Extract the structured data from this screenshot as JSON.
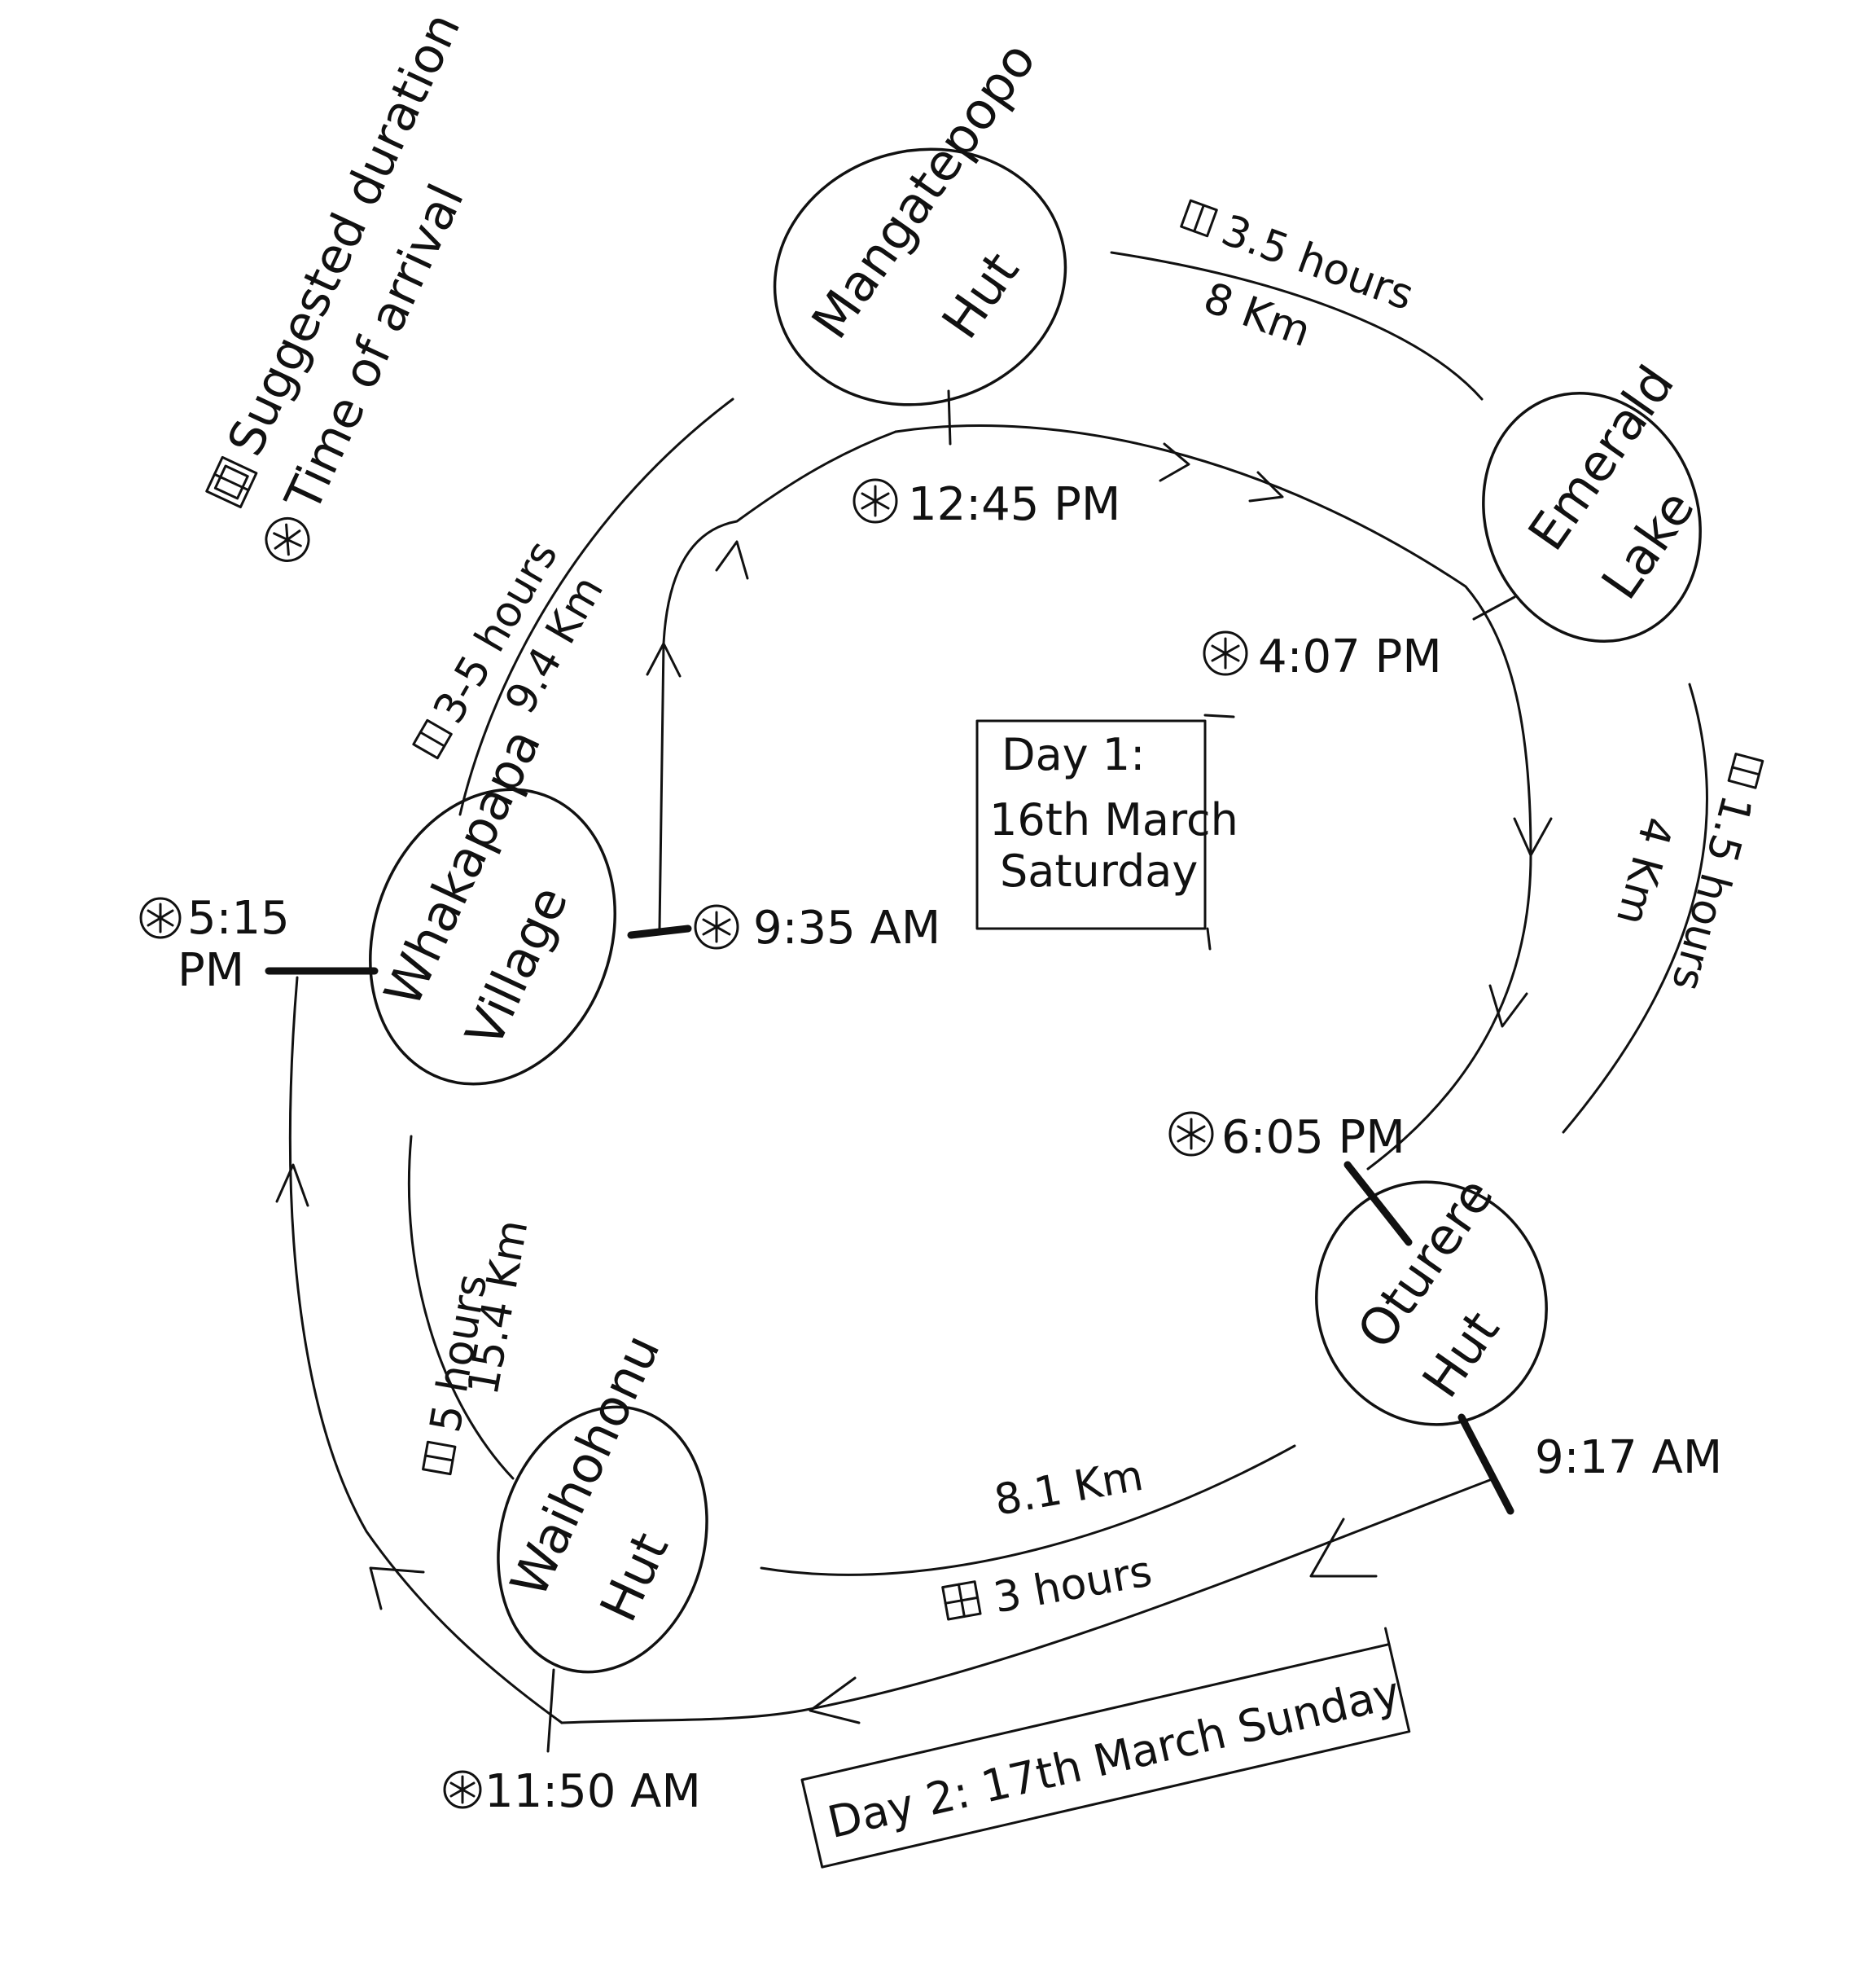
{
  "legend": {
    "duration_label": "Suggested duration",
    "arrival_label": "Time of arrival",
    "duration_icon": "clock-square-icon",
    "arrival_icon": "asterisk-circle-icon"
  },
  "nodes": {
    "mangatepopo": {
      "line1": "Mangatepopo",
      "line2": "Hut"
    },
    "emerald": {
      "line1": "Emerald",
      "line2": "Lake"
    },
    "oturere": {
      "line1": "Oturere",
      "line2": "Hut"
    },
    "waihohonu": {
      "line1": "Waihohonu",
      "line2": "Hut"
    },
    "whakapapa": {
      "line1": "Whakapapa",
      "line2": "Village"
    }
  },
  "segments": {
    "whakapapa_mangatepopo": {
      "duration": "3-5 hours",
      "distance": "9.4 Km"
    },
    "mangatepopo_emerald": {
      "duration": "3.5 hours",
      "distance": "8 Km"
    },
    "emerald_oturere": {
      "duration": "1.5 hours",
      "distance": "4 Km"
    },
    "oturere_waihohonu": {
      "duration": "3 hours",
      "distance": "8.1 Km"
    },
    "waihohonu_whakapapa": {
      "duration": "5 hours",
      "distance": "15.4 Km"
    }
  },
  "times": {
    "start_whakapapa": "9:35 AM",
    "mangatepopo": "12:45 PM",
    "emerald": "4:07 PM",
    "oturere": "6:05 PM",
    "start_oturere": "9:17 AM",
    "waihohonu": "11:50 AM",
    "end_whakapapa_line1": "5:15",
    "end_whakapapa_line2": "PM"
  },
  "days": {
    "day1_line1": "Day 1:",
    "day1_line2": "16th March",
    "day1_line3": "Saturday",
    "day2": "Day 2:  17th March  Sunday"
  }
}
